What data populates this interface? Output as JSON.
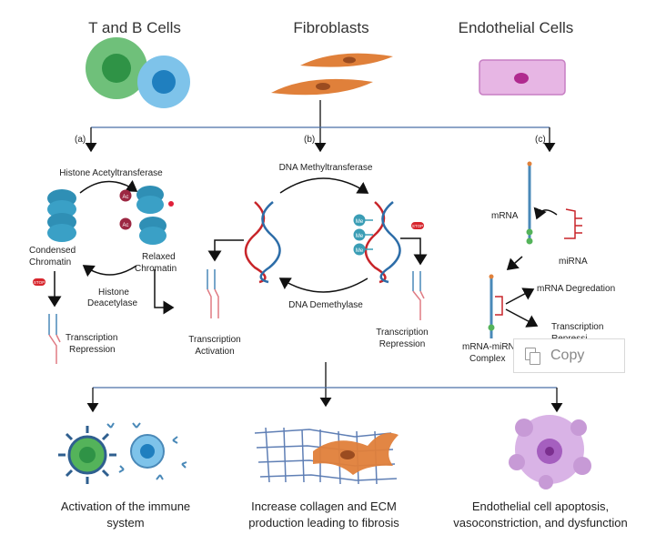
{
  "headings": {
    "tb_cells": "T and B Cells",
    "fibroblasts": "Fibroblasts",
    "endothelial": "Endothelial Cells"
  },
  "panel_letters": {
    "a": "(a)",
    "b": "(b)",
    "c": "(c)"
  },
  "panel_a": {
    "enzyme_top": "Histone Acetyltransferase",
    "condensed_1": "Condensed",
    "condensed_2": "Chromatin",
    "relaxed_1": "Relaxed",
    "relaxed_2": "Chromatin",
    "deacetylase_1": "Histone",
    "deacetylase_2": "Deacetylase",
    "repression_1": "Transcription",
    "repression_2": "Repression",
    "ac_tag": "Ac",
    "stop_tag": "STOP"
  },
  "panel_b": {
    "methyl": "DNA Methyltransferase",
    "demethyl": "DNA Demethylase",
    "activation_1": "Transcription",
    "activation_2": "Activation",
    "repression_1": "Transcription",
    "repression_2": "Repression",
    "me_tag": "Me",
    "stop_tag": "STOP"
  },
  "panel_c": {
    "mrna": "mRNA",
    "mirna": "miRNA",
    "degradation": "mRNA Degredation",
    "transcription": "Transcription",
    "repression_partial": "Repressi",
    "complex_1": "mRNA-miRN",
    "complex_2": "Complex"
  },
  "outcomes": {
    "immune_1": "Activation of the immune",
    "immune_2": "system",
    "fibrosis_1": "Increase collagen and ECM",
    "fibrosis_2": "production leading to fibrosis",
    "endo_1": "Endothelial cell apoptosis,",
    "endo_2": "vasoconstriction, and dysfunction"
  },
  "copy_button": {
    "label": "Copy"
  },
  "colors": {
    "line": "#4a6fa8",
    "histone": "#2f8fb5",
    "dna_red": "#c8252a",
    "dna_blue": "#2d6da8",
    "fibroblast": "#e0803a",
    "tcell_green": "#54b35a",
    "bcell_blue": "#3aa3d6",
    "endo_pink": "#e7b6e4",
    "apoptotic": "#c79ad6"
  }
}
